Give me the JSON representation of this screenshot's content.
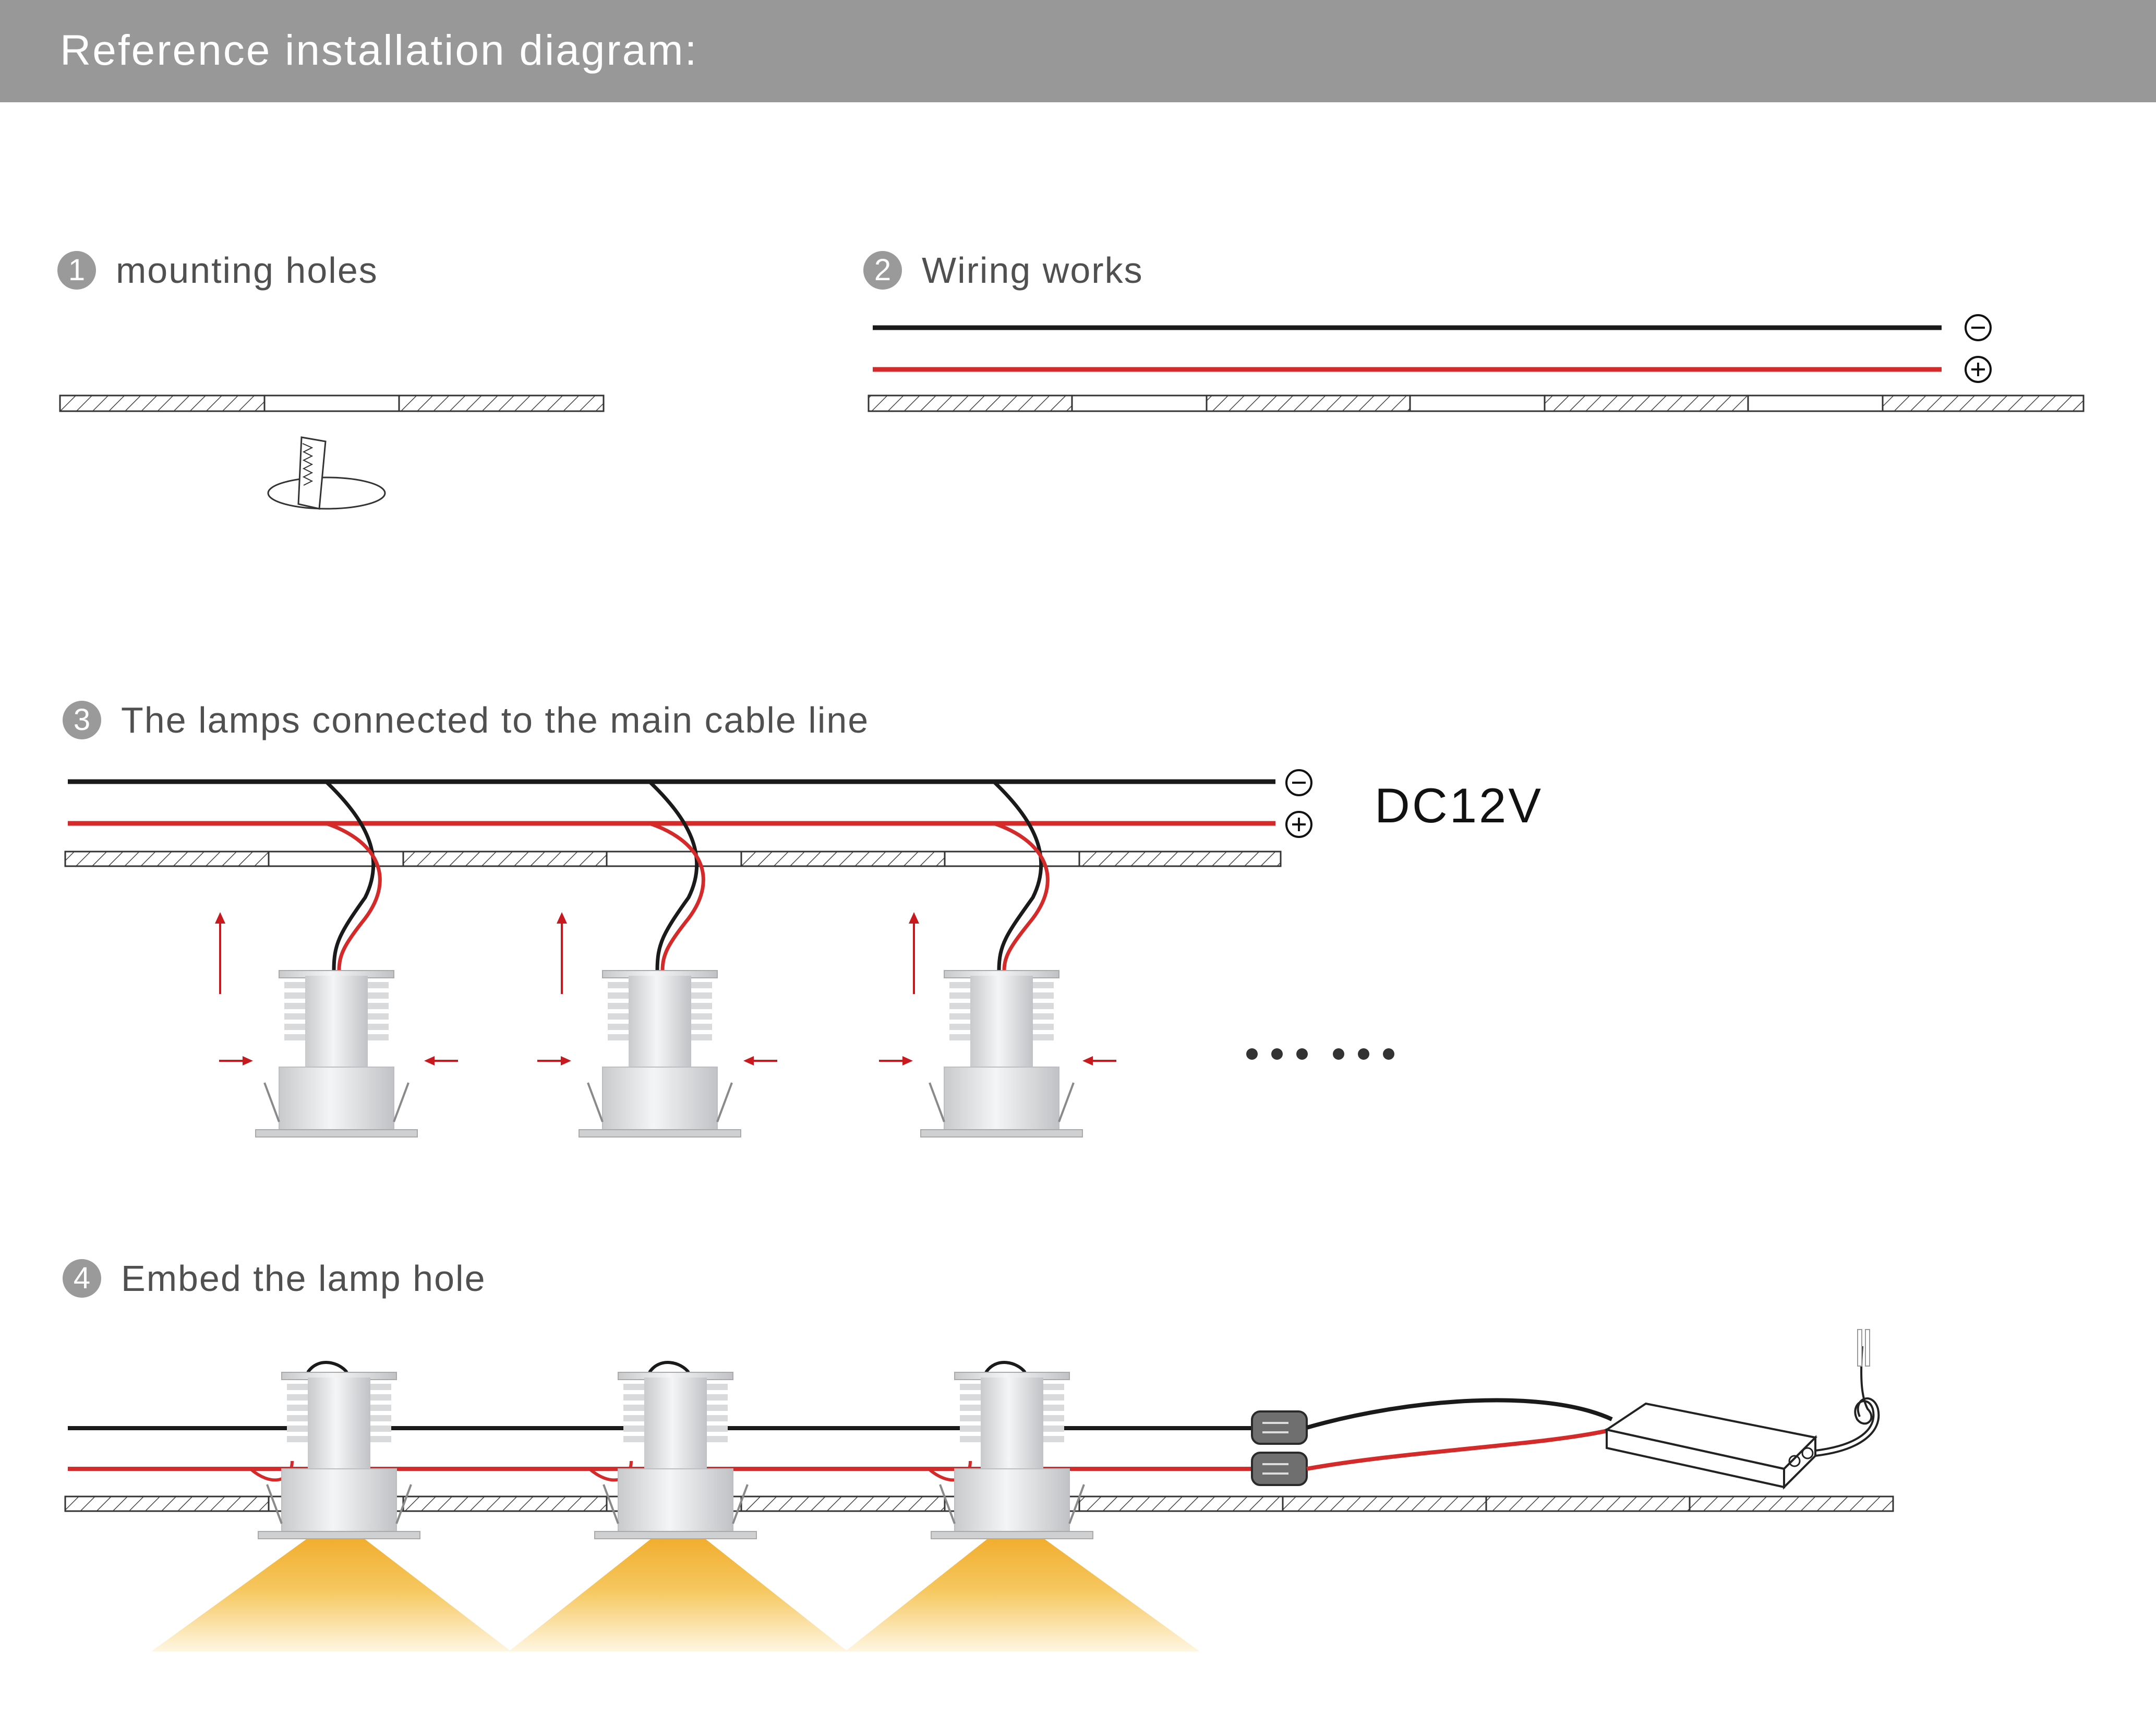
{
  "header": {
    "title": "Reference installation diagram:"
  },
  "steps": [
    {
      "number": "1",
      "label": "mounting holes"
    },
    {
      "number": "2",
      "label": "Wiring works"
    },
    {
      "number": "3",
      "label": "The lamps connected to the main cable line"
    },
    {
      "number": "4",
      "label": "Embed the lamp hole"
    }
  ],
  "power": {
    "voltage": "DC12V"
  },
  "colors": {
    "header": "#989898",
    "negative_wire": "#1a1a1a",
    "positive_wire": "#d42a2a",
    "light_beam": "#f0a820",
    "arrow": "#c8191e"
  }
}
